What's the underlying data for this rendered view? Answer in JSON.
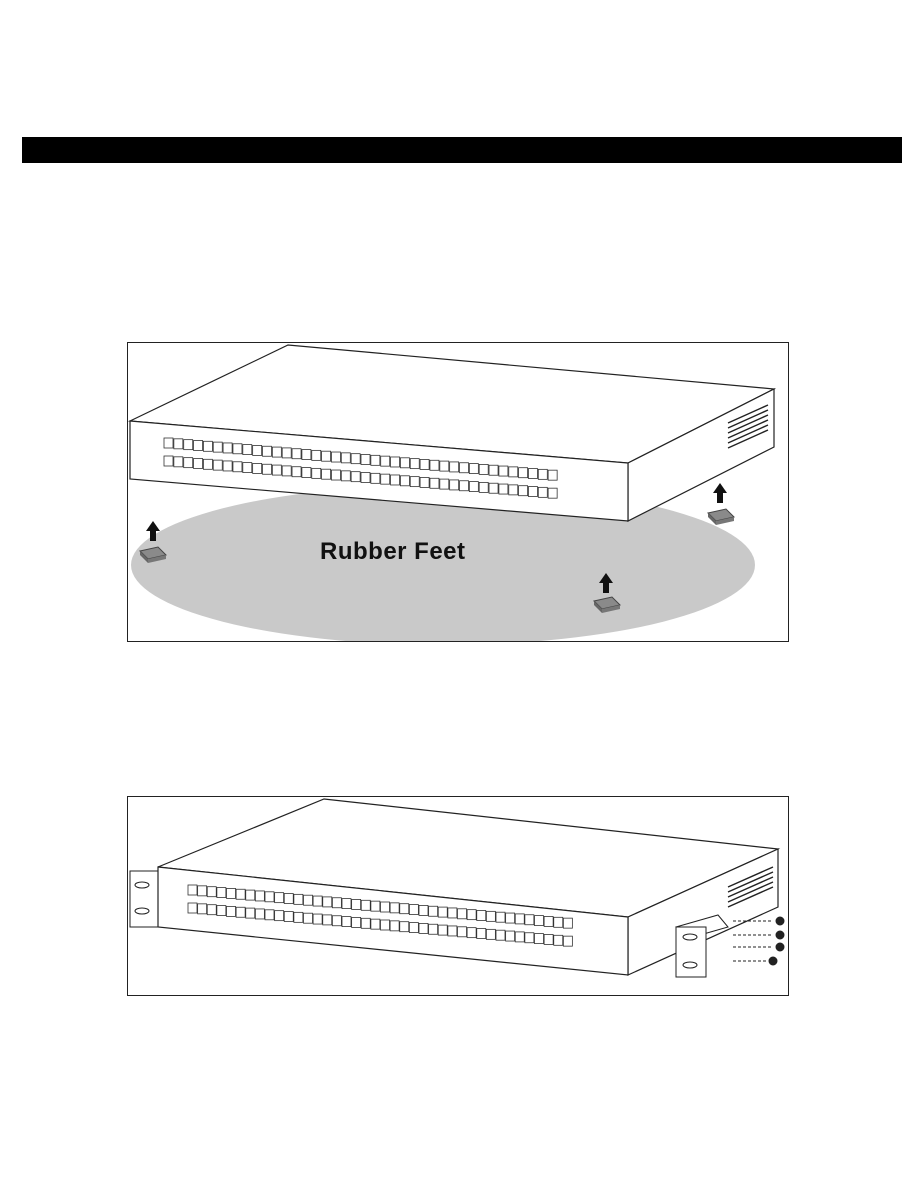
{
  "header": {
    "bar_color": "#000000"
  },
  "figure1": {
    "caption": "Rubber Feet",
    "shadow_color": "#c8c8c8",
    "foot_color": "#8a8a8a",
    "feet_count": 3
  },
  "figure2": {
    "description_icons": [
      "rack-bracket-icon",
      "screw-icon"
    ],
    "screw_count": 4
  }
}
